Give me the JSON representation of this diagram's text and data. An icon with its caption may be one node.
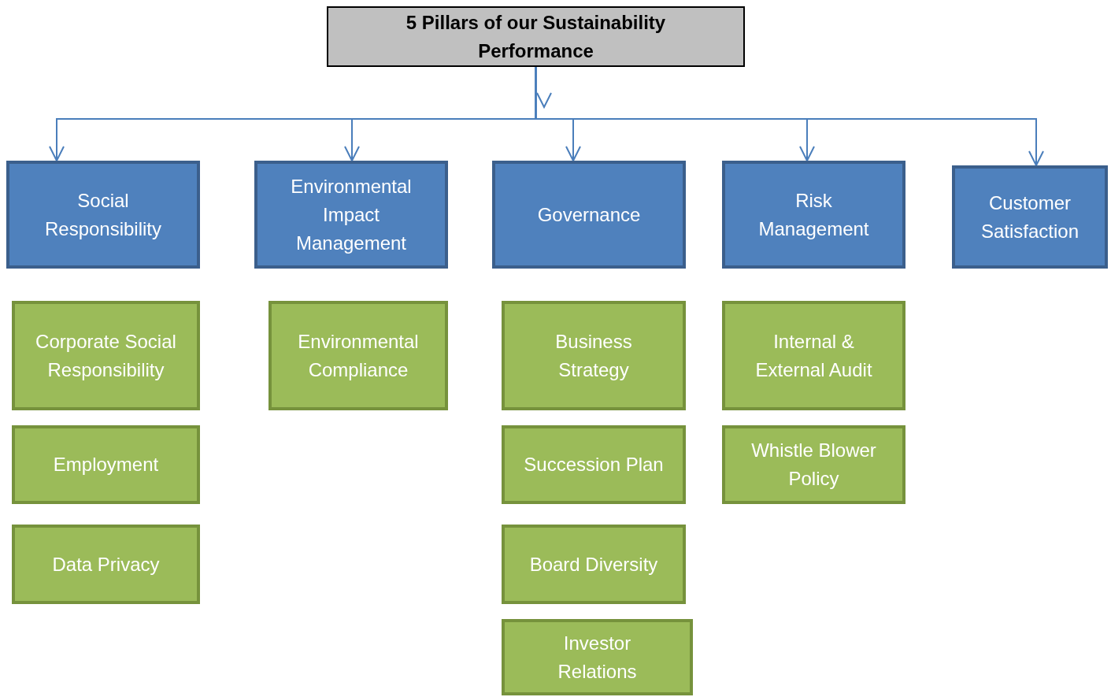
{
  "diagram": {
    "nodes": [
      {
        "text": [
          "5 Pillars of our Sustainability Performance"
        ]
      },
      {
        "text": [
          "Social Responsibility"
        ]
      },
      {
        "text": [
          "Environmental Impact Management"
        ]
      },
      {
        "text": [
          "Governance"
        ]
      },
      {
        "text": [
          "Risk Management"
        ]
      },
      {
        "text": [
          "Customer Satisfaction"
        ]
      },
      {
        "text": [
          "Corporate Social Responsibility"
        ]
      },
      {
        "text": [
          "Employment"
        ]
      },
      {
        "text": [
          "Data Privacy"
        ]
      },
      {
        "text": [
          "Environmental Compliance"
        ]
      },
      {
        "text": [
          "Business Strategy"
        ]
      },
      {
        "text": [
          "Succession Plan"
        ]
      },
      {
        "text": [
          "Board Diversity"
        ]
      },
      {
        "text": [
          "Investor Relations"
        ]
      },
      {
        "text": [
          "Internal & External Audit"
        ]
      },
      {
        "text": [
          "Whistle Blower Policy"
        ]
      }
    ],
    "edges": [
      {
        "from": 0,
        "to": 1,
        "arrow": "to"
      },
      {
        "from": 0,
        "to": 2,
        "arrow": "to"
      },
      {
        "from": 0,
        "to": 3,
        "arrow": "to"
      },
      {
        "from": 0,
        "to": 4,
        "arrow": "to"
      },
      {
        "from": 0,
        "to": 5,
        "arrow": "to"
      }
    ]
  }
}
